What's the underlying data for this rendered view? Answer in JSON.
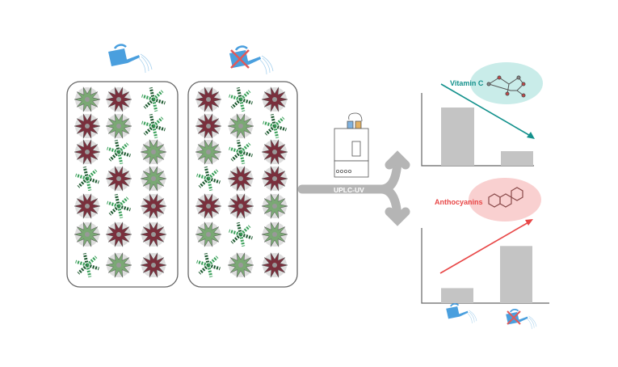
{
  "conditions": {
    "watered": {
      "icon": "watering-can-icon"
    },
    "not_watered": {
      "icon": "watering-can-crossed-icon"
    }
  },
  "plant_types": {
    "G": "green-rosette",
    "R": "red-rosette",
    "S": "striped-star"
  },
  "trays": {
    "watered": [
      [
        "G",
        "R",
        "S"
      ],
      [
        "R",
        "G",
        "S"
      ],
      [
        "R",
        "S",
        "G"
      ],
      [
        "S",
        "R",
        "G"
      ],
      [
        "R",
        "S",
        "R"
      ],
      [
        "G",
        "R",
        "R"
      ],
      [
        "S",
        "G",
        "R"
      ]
    ],
    "not_watered": [
      [
        "R",
        "S",
        "R"
      ],
      [
        "R",
        "G",
        "S"
      ],
      [
        "G",
        "S",
        "R"
      ],
      [
        "S",
        "R",
        "R"
      ],
      [
        "R",
        "R",
        "G"
      ],
      [
        "G",
        "S",
        "G"
      ],
      [
        "S",
        "G",
        "R"
      ]
    ]
  },
  "method": {
    "label": "UPLC-UV",
    "icon": "uplc-instrument-icon"
  },
  "charts": [
    {
      "compound": "Vitamin C",
      "color": "#13918c",
      "molecule_bg": "#c9ece9",
      "trend": "decrease",
      "values": [
        0.8,
        0.2
      ]
    },
    {
      "compound": "Anthocyanins",
      "color": "#e84747",
      "molecule_bg": "#f9d0d0",
      "trend": "increase",
      "values": [
        0.2,
        0.76
      ]
    }
  ],
  "colors": {
    "arrow": "#b5b5b5",
    "bar": "#c4c4c4",
    "water": "#4a9fde",
    "cross": "#e05a5a"
  }
}
